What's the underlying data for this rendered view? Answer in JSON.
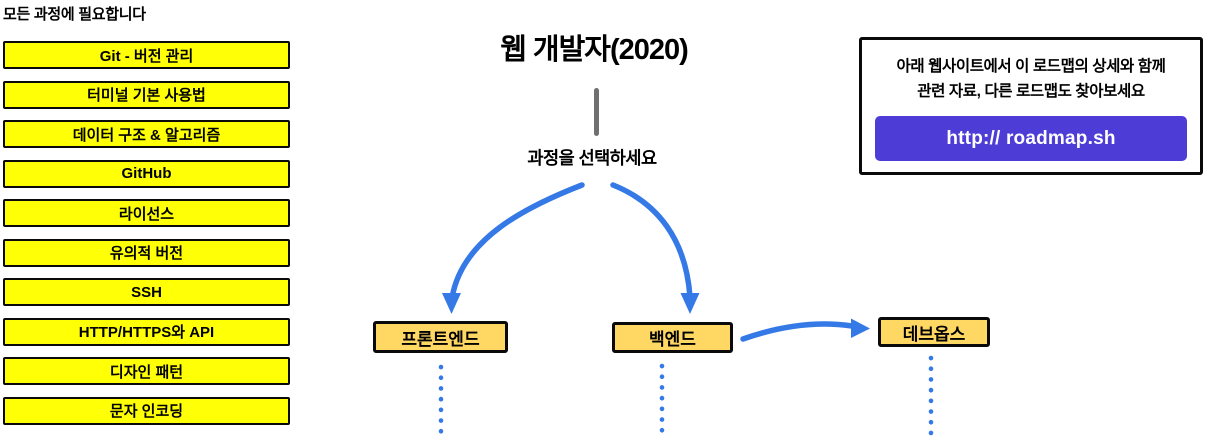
{
  "colors": {
    "accent-blue": "#3579E6",
    "node-yellow": "#FFFF05",
    "node-amber": "#FFD763",
    "brand-indigo": "#4D3DD6",
    "line-gray": "#707070",
    "ink": "#111111"
  },
  "left_column": {
    "header": "모든 과정에 필요합니다",
    "items": [
      "Git - 버전 관리",
      "터미널 기본 사용법",
      "데이터 구조 & 알고리즘",
      "GitHub",
      "라이선스",
      "유의적 버전",
      "SSH",
      "HTTP/HTTPS와 API",
      "디자인 패턴",
      "문자 인코딩"
    ]
  },
  "header": {
    "title": "웹 개발자(2020)",
    "choose_label": "과정을 선택하세요"
  },
  "info_box": {
    "line1": "아래 웹사이트에서 이 로드맵의 상세와 함께",
    "line2": "관련 자료, 다른 로드맵도 찾아보세요",
    "button_label": "http:// roadmap.sh"
  },
  "paths": {
    "frontend": "프론트엔드",
    "backend": "백엔드",
    "devops": "데브옵스"
  }
}
